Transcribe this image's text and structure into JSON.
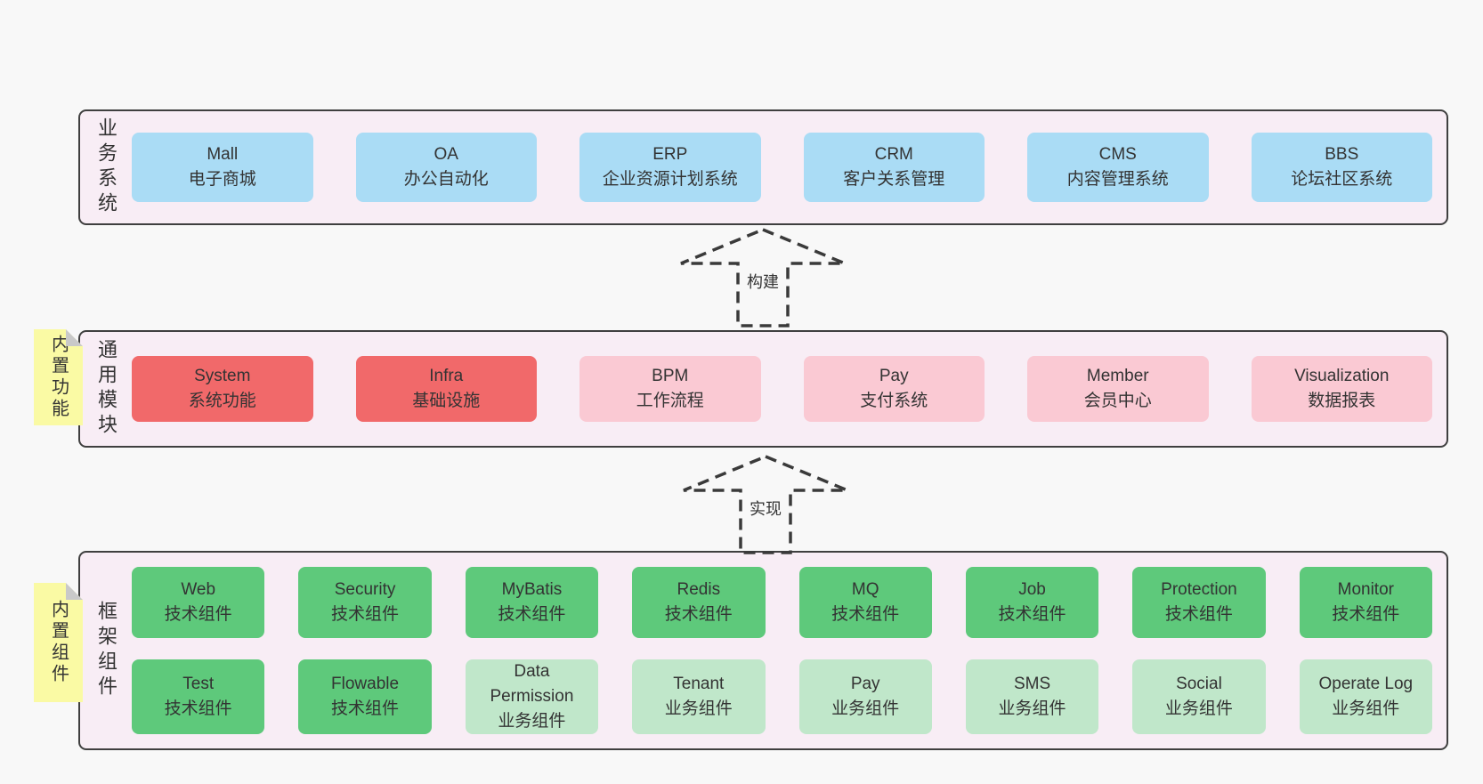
{
  "colors": {
    "page_bg": "#f8f8f8",
    "panel_bg": "#f8edf5",
    "panel_border": "#3f3f3f",
    "box_text": "#333333",
    "blue": "#aadcf5",
    "red": "#f1696a",
    "pink": "#fac9d3",
    "green": "#5ec97b",
    "light_green": "#c0e7ca",
    "note_yellow": "#fafaa4",
    "note_fold": "#c9c9c9",
    "arrow": "#3a3a3a"
  },
  "arrows": [
    {
      "label": "构建"
    },
    {
      "label": "实现"
    }
  ],
  "layers": [
    {
      "label": "业务系统",
      "note": null,
      "rows": [
        [
          {
            "name": "Mall",
            "desc": "电子商城",
            "variant": "blue"
          },
          {
            "name": "OA",
            "desc": "办公自动化",
            "variant": "blue"
          },
          {
            "name": "ERP",
            "desc": "企业资源计划系统",
            "variant": "blue"
          },
          {
            "name": "CRM",
            "desc": "客户关系管理",
            "variant": "blue"
          },
          {
            "name": "CMS",
            "desc": "内容管理系统",
            "variant": "blue"
          },
          {
            "name": "BBS",
            "desc": "论坛社区系统",
            "variant": "blue"
          }
        ]
      ]
    },
    {
      "label": "通用模块",
      "note": "内置功能",
      "rows": [
        [
          {
            "name": "System",
            "desc": "系统功能",
            "variant": "red"
          },
          {
            "name": "Infra",
            "desc": "基础设施",
            "variant": "red"
          },
          {
            "name": "BPM",
            "desc": "工作流程",
            "variant": "pink"
          },
          {
            "name": "Pay",
            "desc": "支付系统",
            "variant": "pink"
          },
          {
            "name": "Member",
            "desc": "会员中心",
            "variant": "pink"
          },
          {
            "name": "Visualization",
            "desc": "数据报表",
            "variant": "pink"
          }
        ]
      ]
    },
    {
      "label": "框架组件",
      "note": "内置组件",
      "rows": [
        [
          {
            "name": "Web",
            "desc": "技术组件",
            "variant": "green"
          },
          {
            "name": "Security",
            "desc": "技术组件",
            "variant": "green"
          },
          {
            "name": "MyBatis",
            "desc": "技术组件",
            "variant": "green"
          },
          {
            "name": "Redis",
            "desc": "技术组件",
            "variant": "green"
          },
          {
            "name": "MQ",
            "desc": "技术组件",
            "variant": "green"
          },
          {
            "name": "Job",
            "desc": "技术组件",
            "variant": "green"
          },
          {
            "name": "Protection",
            "desc": "技术组件",
            "variant": "green"
          },
          {
            "name": "Monitor",
            "desc": "技术组件",
            "variant": "green"
          }
        ],
        [
          {
            "name": "Test",
            "desc": "技术组件",
            "variant": "green"
          },
          {
            "name": "Flowable",
            "desc": "技术组件",
            "variant": "green"
          },
          {
            "name": "Data Permission",
            "desc": "业务组件",
            "variant": "light_green"
          },
          {
            "name": "Tenant",
            "desc": "业务组件",
            "variant": "light_green"
          },
          {
            "name": "Pay",
            "desc": "业务组件",
            "variant": "light_green"
          },
          {
            "name": "SMS",
            "desc": "业务组件",
            "variant": "light_green"
          },
          {
            "name": "Social",
            "desc": "业务组件",
            "variant": "light_green"
          },
          {
            "name": "Operate Log",
            "desc": "业务组件",
            "variant": "light_green"
          }
        ]
      ]
    }
  ]
}
